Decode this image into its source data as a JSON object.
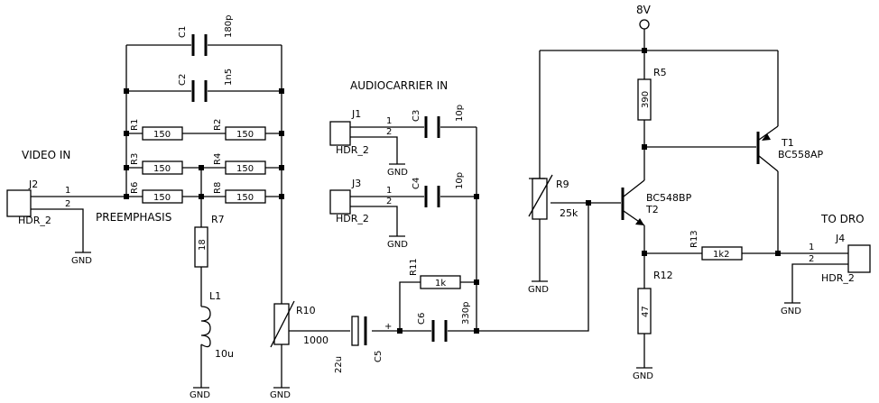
{
  "labels": {
    "video_in": "VIDEO IN",
    "preemphasis": "PREEMPHASIS",
    "audiocarrier_in": "AUDIOCARRIER IN",
    "to_dro": "TO DRO",
    "supply": "8V",
    "gnd": "GND"
  },
  "connectors": {
    "j2": {
      "ref": "J2",
      "type": "HDR_2",
      "pin1": "1",
      "pin2": "2"
    },
    "j1": {
      "ref": "J1",
      "type": "HDR_2",
      "pin1": "1",
      "pin2": "2"
    },
    "j3": {
      "ref": "J3",
      "type": "HDR_2",
      "pin1": "1",
      "pin2": "2"
    },
    "j4": {
      "ref": "J4",
      "type": "HDR_2",
      "pin1": "1",
      "pin2": "2"
    }
  },
  "components": {
    "c1": {
      "ref": "C1",
      "value": "180p"
    },
    "c2": {
      "ref": "C2",
      "value": "1n5"
    },
    "r1": {
      "ref": "R1",
      "value": "150"
    },
    "r2": {
      "ref": "R2",
      "value": "150"
    },
    "r3": {
      "ref": "R3",
      "value": "150"
    },
    "r4": {
      "ref": "R4",
      "value": "150"
    },
    "r6": {
      "ref": "R6",
      "value": "150"
    },
    "r8": {
      "ref": "R8",
      "value": "150"
    },
    "r7": {
      "ref": "R7",
      "value": "18"
    },
    "l1": {
      "ref": "L1",
      "value": "10u"
    },
    "r10": {
      "ref": "R10",
      "value": "1000"
    },
    "c5": {
      "ref": "C5",
      "value": "22u"
    },
    "c6": {
      "ref": "C6",
      "value": "330p"
    },
    "r11": {
      "ref": "R11",
      "value": "1k"
    },
    "c3": {
      "ref": "C3",
      "value": "10p"
    },
    "c4": {
      "ref": "C4",
      "value": "10p"
    },
    "r9": {
      "ref": "R9",
      "value": "25k"
    },
    "r5": {
      "ref": "R5",
      "value": "390"
    },
    "r12": {
      "ref": "R12",
      "value": "47"
    },
    "r13": {
      "ref": "R13",
      "value": "1k2"
    },
    "t1": {
      "ref": "T1",
      "value": "BC558AP"
    },
    "t2": {
      "ref": "T2",
      "value": "BC548BP"
    }
  },
  "symbols": {
    "plus": "+"
  }
}
